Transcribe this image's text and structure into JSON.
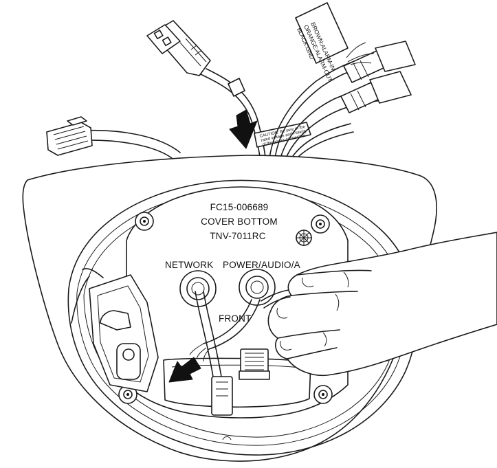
{
  "cover_label": {
    "part_number": "FC15-006689",
    "name": "COVER BOTTOM",
    "model": "TNV-7011RC"
  },
  "port_labels": {
    "network": "NETWORK",
    "power_audio": "POWER/AUDIO/A"
  },
  "direction_label": "FRONT",
  "cable_tag": {
    "line1": "BROWN:ALARM-IN",
    "line2": "ORANGE:ALARM-OUT",
    "line3": "BLACK:GND"
  },
  "warning_tag": {
    "line1": "CAUTION: Be sure of the",
    "line2": "rated voltage and Polarity",
    "line3": "of the power connection."
  },
  "icons": [
    "arrow-down-icon",
    "arrow-down-left-icon"
  ]
}
